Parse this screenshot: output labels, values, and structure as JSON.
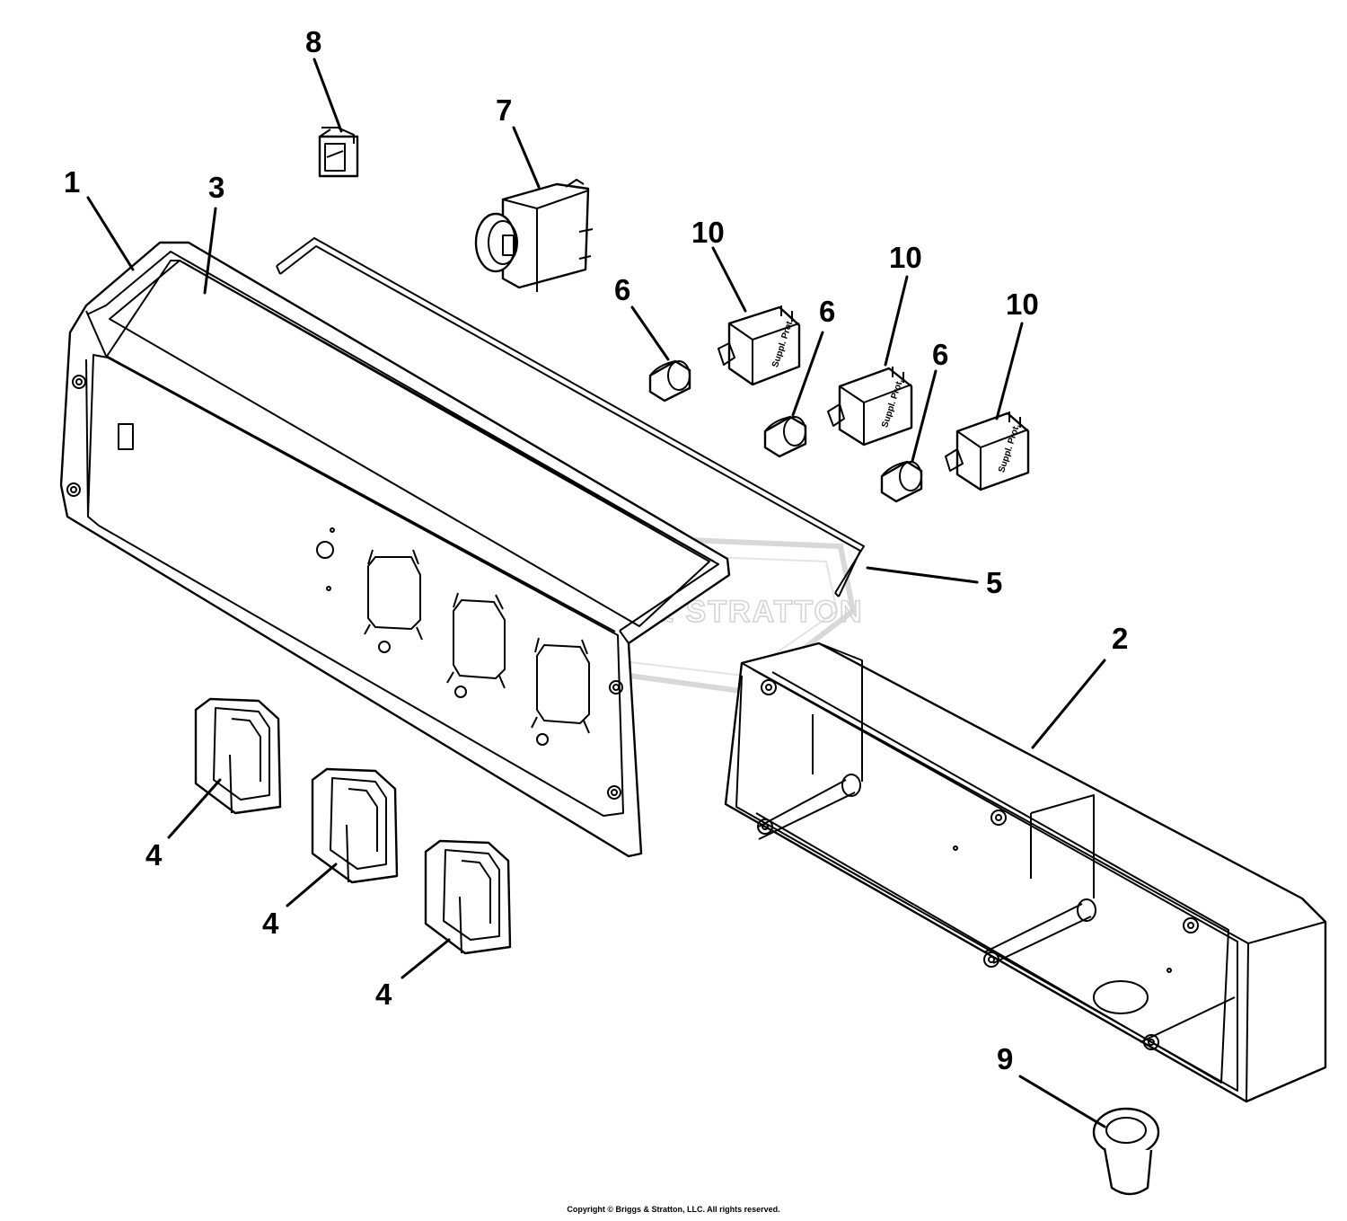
{
  "watermark": {
    "brand": "BRIGGS & STRATTON"
  },
  "callouts": {
    "c1": "1",
    "c2": "2",
    "c3": "3",
    "c4a": "4",
    "c4b": "4",
    "c4c": "4",
    "c5": "5",
    "c6a": "6",
    "c6b": "6",
    "c6c": "6",
    "c7": "7",
    "c8": "8",
    "c9": "9",
    "c10a": "10",
    "c10b": "10",
    "c10c": "10"
  },
  "breaker_label": "Suppl. Prot.",
  "copyright": "Copyright © Briggs & Stratton, LLC. All rights reserved.",
  "colors": {
    "line": "#000000",
    "watermark": "#d4d4d4",
    "background": "#ffffff"
  }
}
